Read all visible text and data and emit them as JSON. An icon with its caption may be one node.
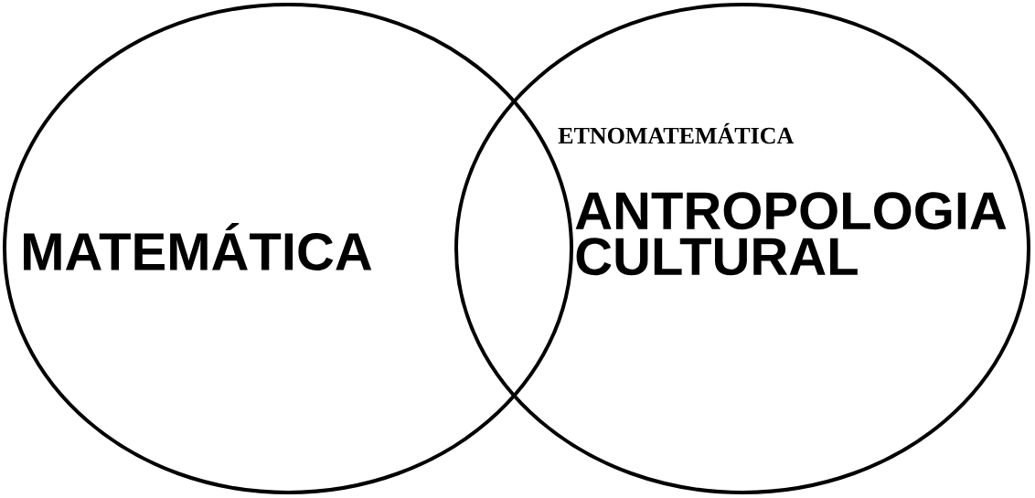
{
  "diagram": {
    "nodes": [
      {
        "text": [
          "MATEMÁTICA"
        ]
      },
      {
        "text": [
          "ANTROPOLOGIA CULTURAL"
        ]
      }
    ],
    "labels": [
      "ETNOMATEMÁTICA"
    ]
  }
}
